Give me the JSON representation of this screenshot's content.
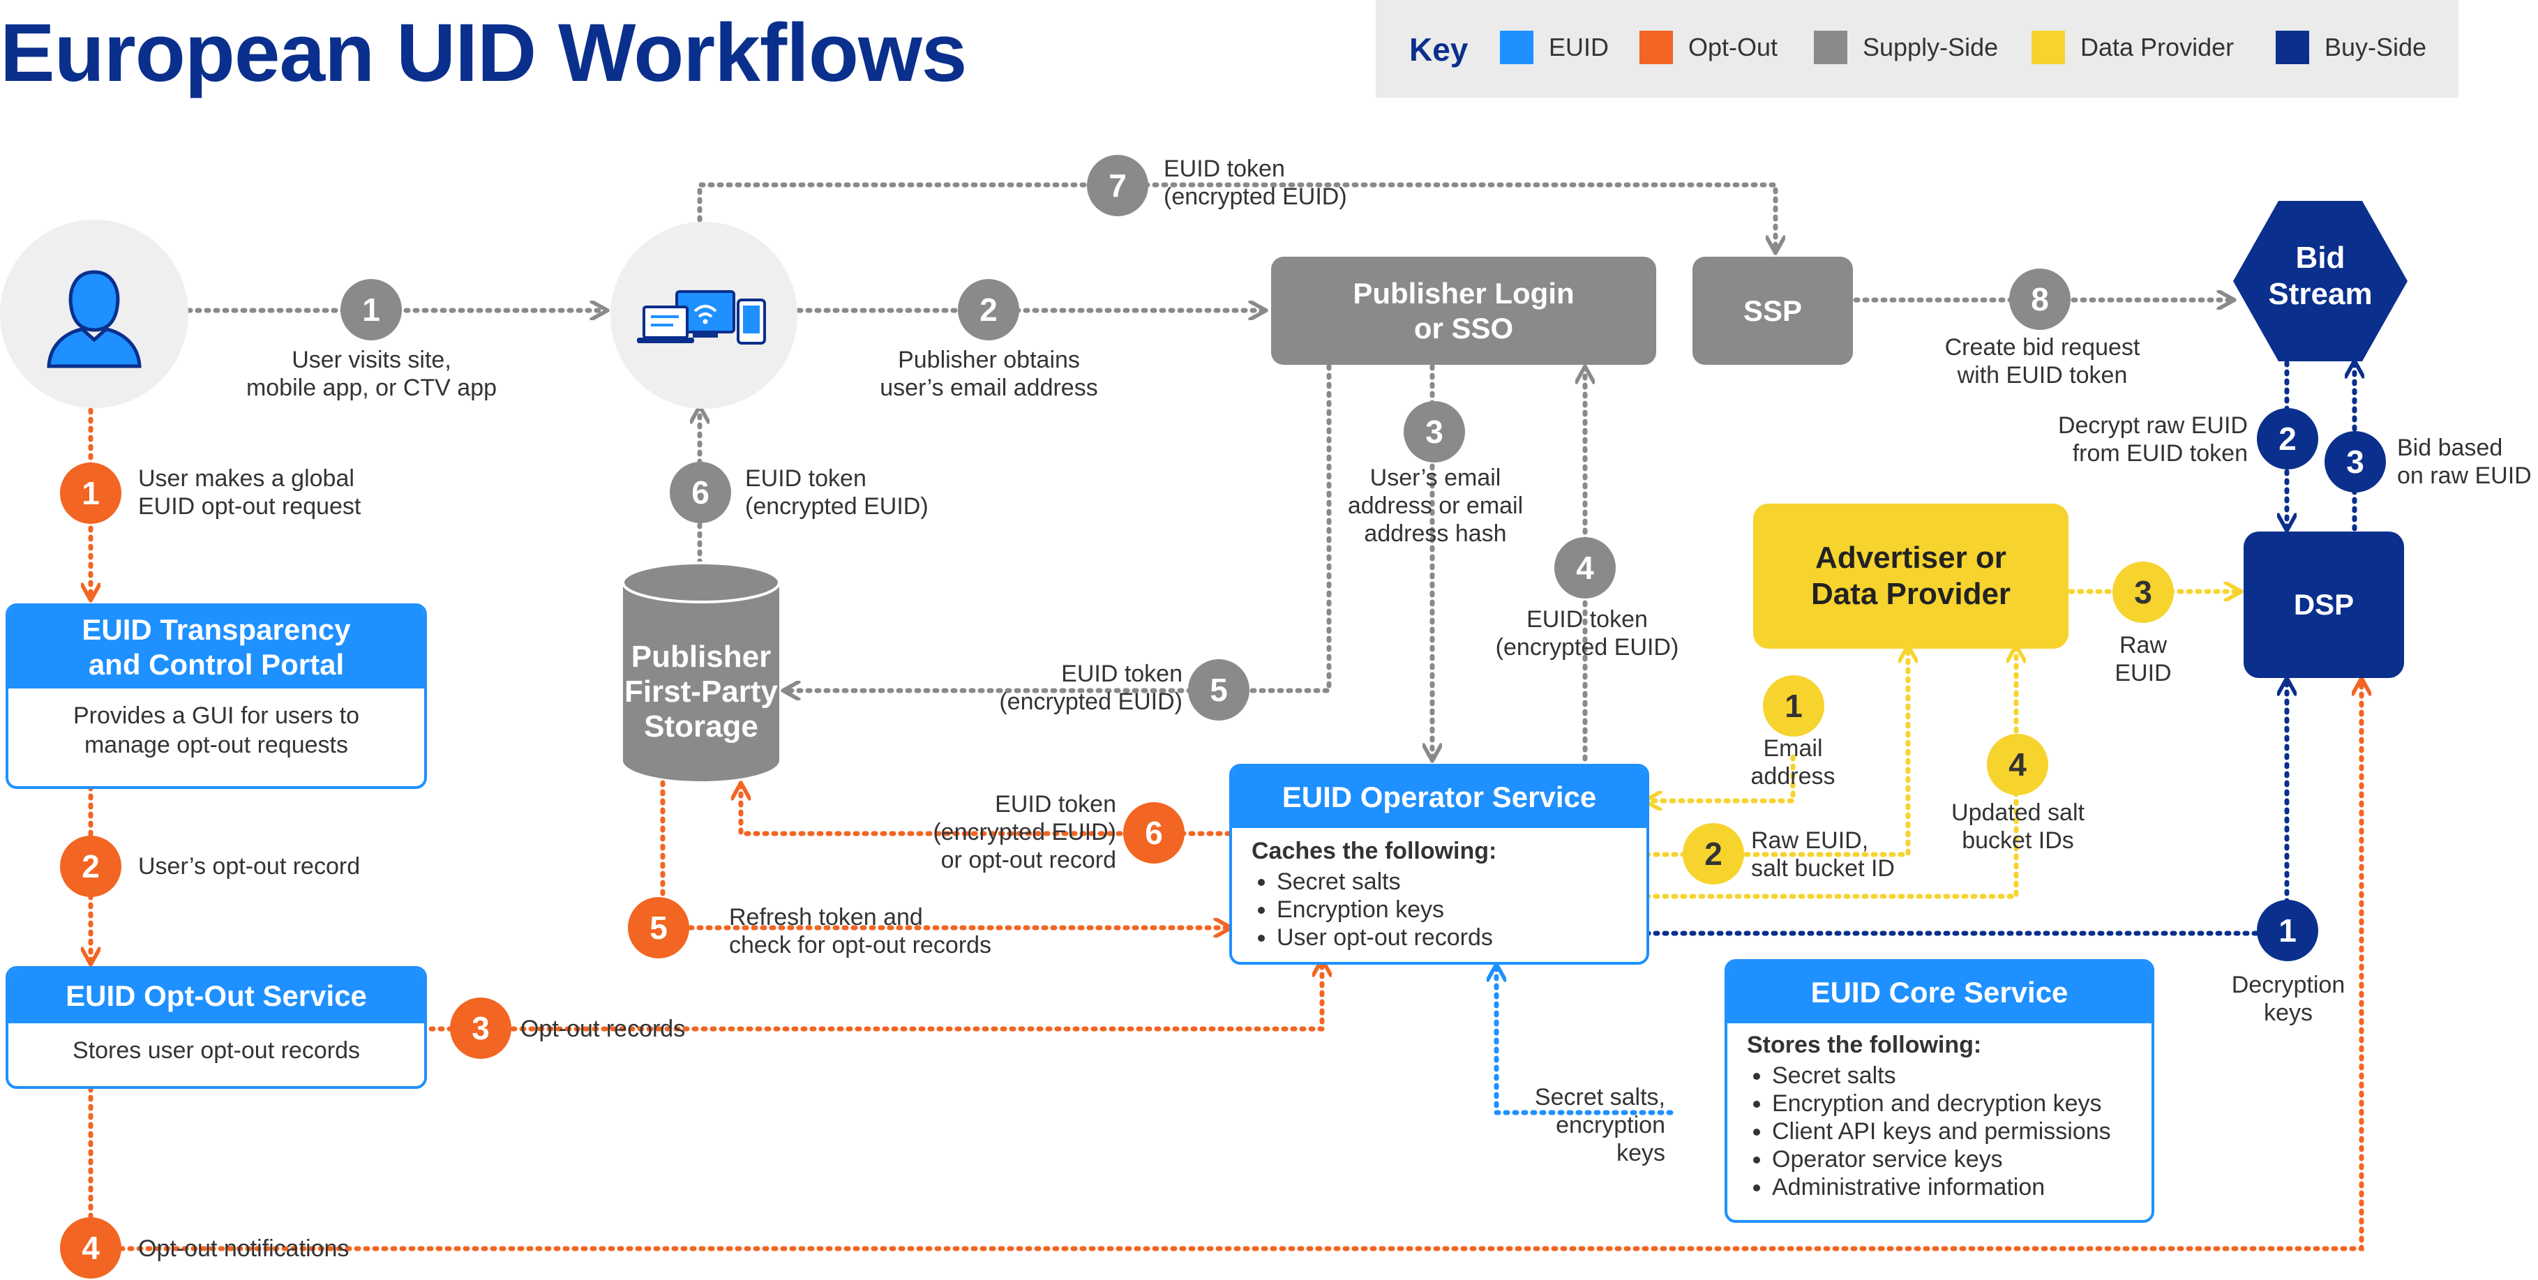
{
  "title": "European UID Workflows",
  "key": {
    "title": "Key",
    "items": [
      {
        "label": "EUID",
        "color": "#1e90ff"
      },
      {
        "label": "Opt-Out",
        "color": "#f26522"
      },
      {
        "label": "Supply-Side",
        "color": "#8a8a8a"
      },
      {
        "label": "Data Provider",
        "color": "#f7d32e"
      },
      {
        "label": "Buy-Side",
        "color": "#0a2f8c"
      }
    ]
  },
  "colors": {
    "euid": "#1e90ff",
    "optout": "#f26522",
    "supply": "#8a8a8a",
    "data_provider": "#f7d32e",
    "buy": "#0a2f8c"
  },
  "icons": {
    "user": "user-icon",
    "devices": "devices-icon",
    "storage": "database-cylinder-icon"
  },
  "nodes": {
    "publisher_login": "Publisher Login\nor SSO",
    "ssp": "SSP",
    "bid_stream": "Bid\nStream",
    "dsp": "DSP",
    "advertiser": "Advertiser or\nData Provider",
    "storage": "Publisher\nFirst-Party\nStorage",
    "transparency": {
      "title": "EUID Transparency\nand Control Portal",
      "body": "Provides a GUI for users to\nmanage opt-out requests"
    },
    "optout_service": {
      "title": "EUID Opt-Out Service",
      "body": "Stores user opt-out records"
    },
    "operator": {
      "title": "EUID Operator Service",
      "subtitle": "Caches the following:",
      "items": [
        "Secret salts",
        "Encryption keys",
        "User opt-out records"
      ]
    },
    "core": {
      "title": "EUID Core Service",
      "subtitle": "Stores the following:",
      "items": [
        "Secret salts",
        "Encryption and decryption keys",
        "Client API keys and permissions",
        "Operator service keys",
        "Administrative information"
      ]
    }
  },
  "steps": {
    "gray1": {
      "num": "1",
      "label": "User visits site,\nmobile app, or CTV app"
    },
    "gray2": {
      "num": "2",
      "label": "Publisher obtains\nuser’s email address"
    },
    "gray3": {
      "num": "3",
      "label": "User’s email\naddress or email\naddress hash"
    },
    "gray4": {
      "num": "4",
      "label": "EUID token\n(encrypted EUID)"
    },
    "gray5": {
      "num": "5",
      "label": "EUID token\n(encrypted EUID)"
    },
    "gray6": {
      "num": "6",
      "label": "EUID token\n(encrypted EUID)"
    },
    "gray7": {
      "num": "7",
      "label": "EUID token\n(encrypted EUID)"
    },
    "gray8": {
      "num": "8",
      "label": "Create bid request\nwith EUID token"
    },
    "orange1": {
      "num": "1",
      "label": "User makes a global\nEUID opt-out request"
    },
    "orange2": {
      "num": "2",
      "label": "User’s opt-out record"
    },
    "orange3": {
      "num": "3",
      "label": "Opt-out records"
    },
    "orange4": {
      "num": "4",
      "label": "Opt-out notifications"
    },
    "orange5": {
      "num": "5",
      "label": "Refresh token and\ncheck for opt-out records"
    },
    "orange6": {
      "num": "6",
      "label": "EUID token\n(encrypted EUID)\nor opt-out record"
    },
    "yellow1": {
      "num": "1",
      "label": "Email\naddress"
    },
    "yellow2": {
      "num": "2",
      "label": "Raw EUID,\nsalt bucket ID"
    },
    "yellow3": {
      "num": "3",
      "label": "Raw\nEUID"
    },
    "yellow4": {
      "num": "4",
      "label": "Updated salt\nbucket IDs"
    },
    "navy1": {
      "num": "1",
      "label": "Decryption\nkeys"
    },
    "navy2": {
      "num": "2",
      "label": "Decrypt raw EUID\nfrom EUID token"
    },
    "navy3": {
      "num": "3",
      "label": "Bid based\non raw EUID"
    },
    "blue": {
      "label": "Secret salts,\nencryption keys"
    }
  }
}
